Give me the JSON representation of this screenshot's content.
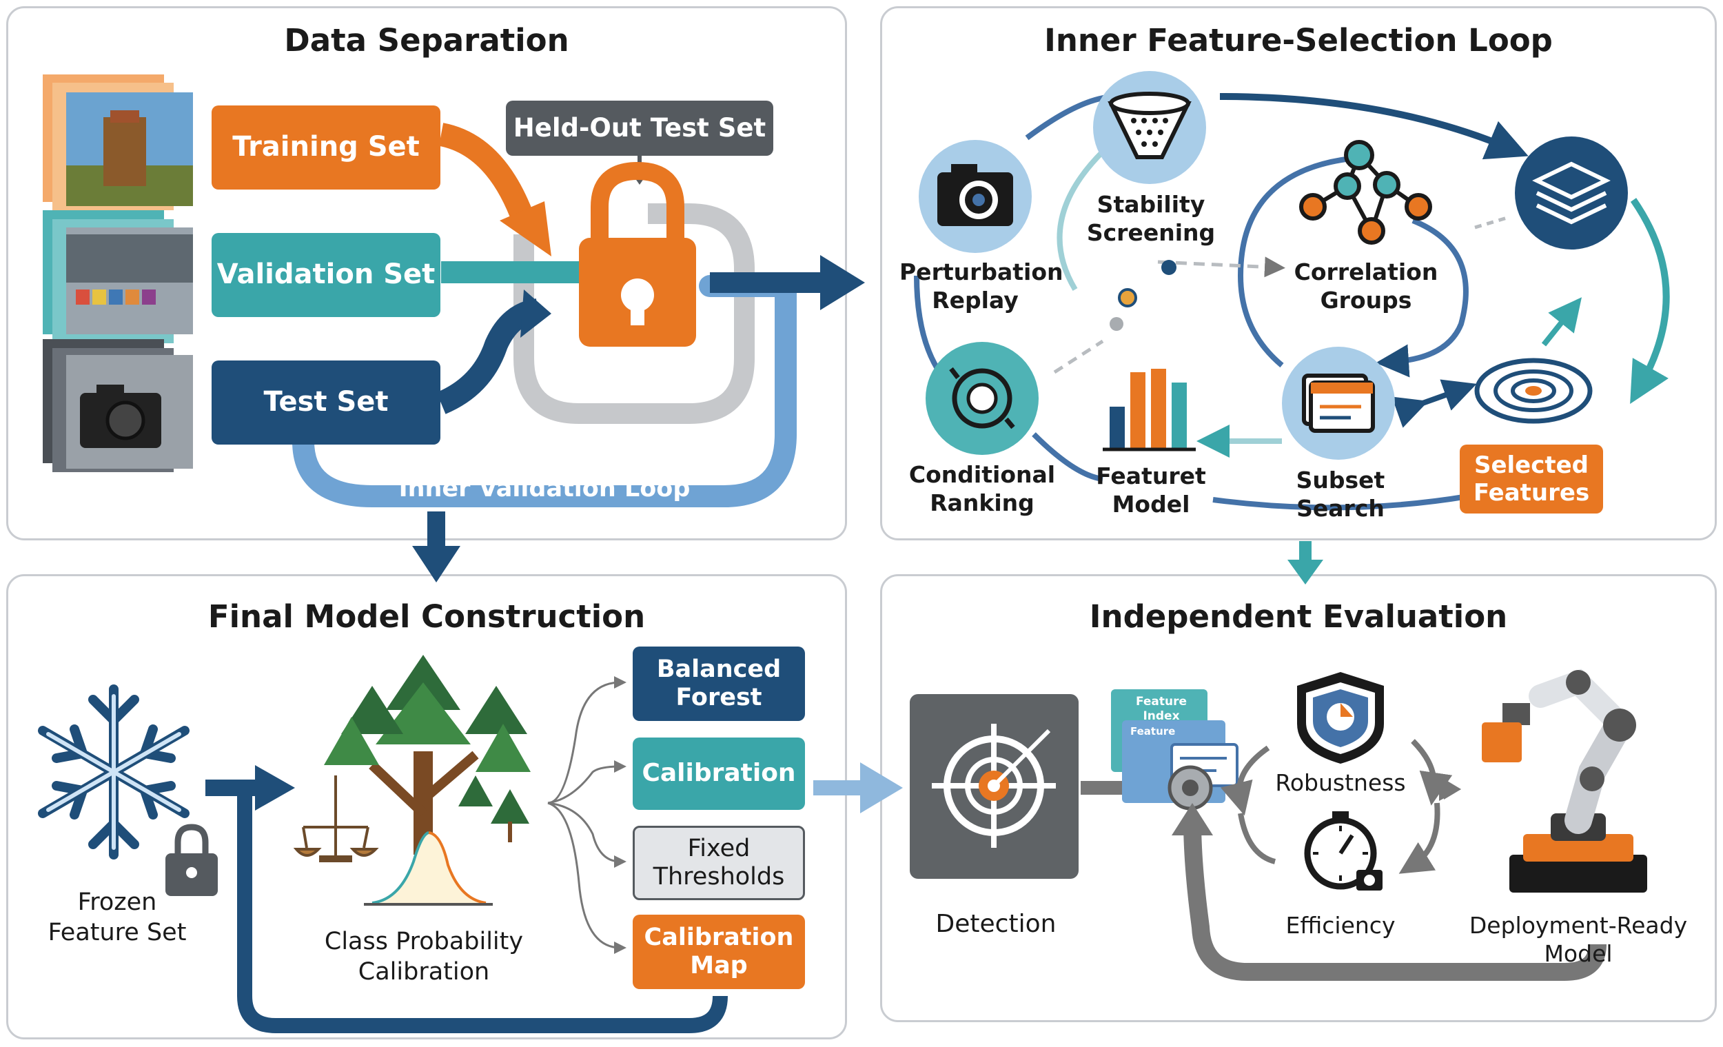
{
  "panels": {
    "data_separation": {
      "title": "Data Separation",
      "training_set": "Training Set",
      "validation_set": "Validation Set",
      "test_set": "Test Set",
      "held_out_test_set": "Held-Out Test Set",
      "inner_validation_loop": "Inner Validation Loop"
    },
    "inner_loop": {
      "title": "Inner Feature-Selection Loop",
      "perturbation_replay": "Perturbation\nReplay",
      "stability_screening": "Stability\nScreening",
      "correlation_groups": "Correlation\nGroups",
      "conditional_ranking": "Conditional\nRanking",
      "featuret_model": "Featuret\nModel",
      "subset_search": "Subset\nSearch",
      "selected_features": "Selected\nFeatures"
    },
    "final_model": {
      "title": "Final Model Construction",
      "frozen_feature_set": "Frozen\nFeature Set",
      "class_probability_calibration": "Class Probability\nCalibration",
      "balanced_forest": "Balanced\nForest",
      "calibration": "Calibration",
      "fixed_thresholds": "Fixed\nThresholds",
      "calibration_map": "Calibration\nMap"
    },
    "evaluation": {
      "title": "Independent Evaluation",
      "detection": "Detection",
      "feature_index": "Feature Index",
      "feature_card": "Feature",
      "robustness": "Robustness",
      "efficiency": "Efficiency",
      "deployment_ready_model": "Deployment-Ready Model"
    }
  },
  "colors": {
    "orange": "#e87722",
    "teal": "#3aa6a9",
    "navy": "#1f4e79",
    "dark_gray": "#555a5f",
    "light_blue": "#6fa3d4",
    "light_gray": "#e3e5e8"
  },
  "icons": [
    "photo-stack-icon",
    "padlock-icon",
    "camera-icon",
    "funnel-icon",
    "network-icon",
    "layers-icon",
    "target-rings-icon",
    "bar-chart-icon",
    "window-stack-icon",
    "cycle-icon",
    "snowflake-icon",
    "forest-icon",
    "scales-icon",
    "bell-curve-icon",
    "crosshair-icon",
    "shield-icon",
    "stopwatch-icon",
    "robot-arm-icon"
  ]
}
